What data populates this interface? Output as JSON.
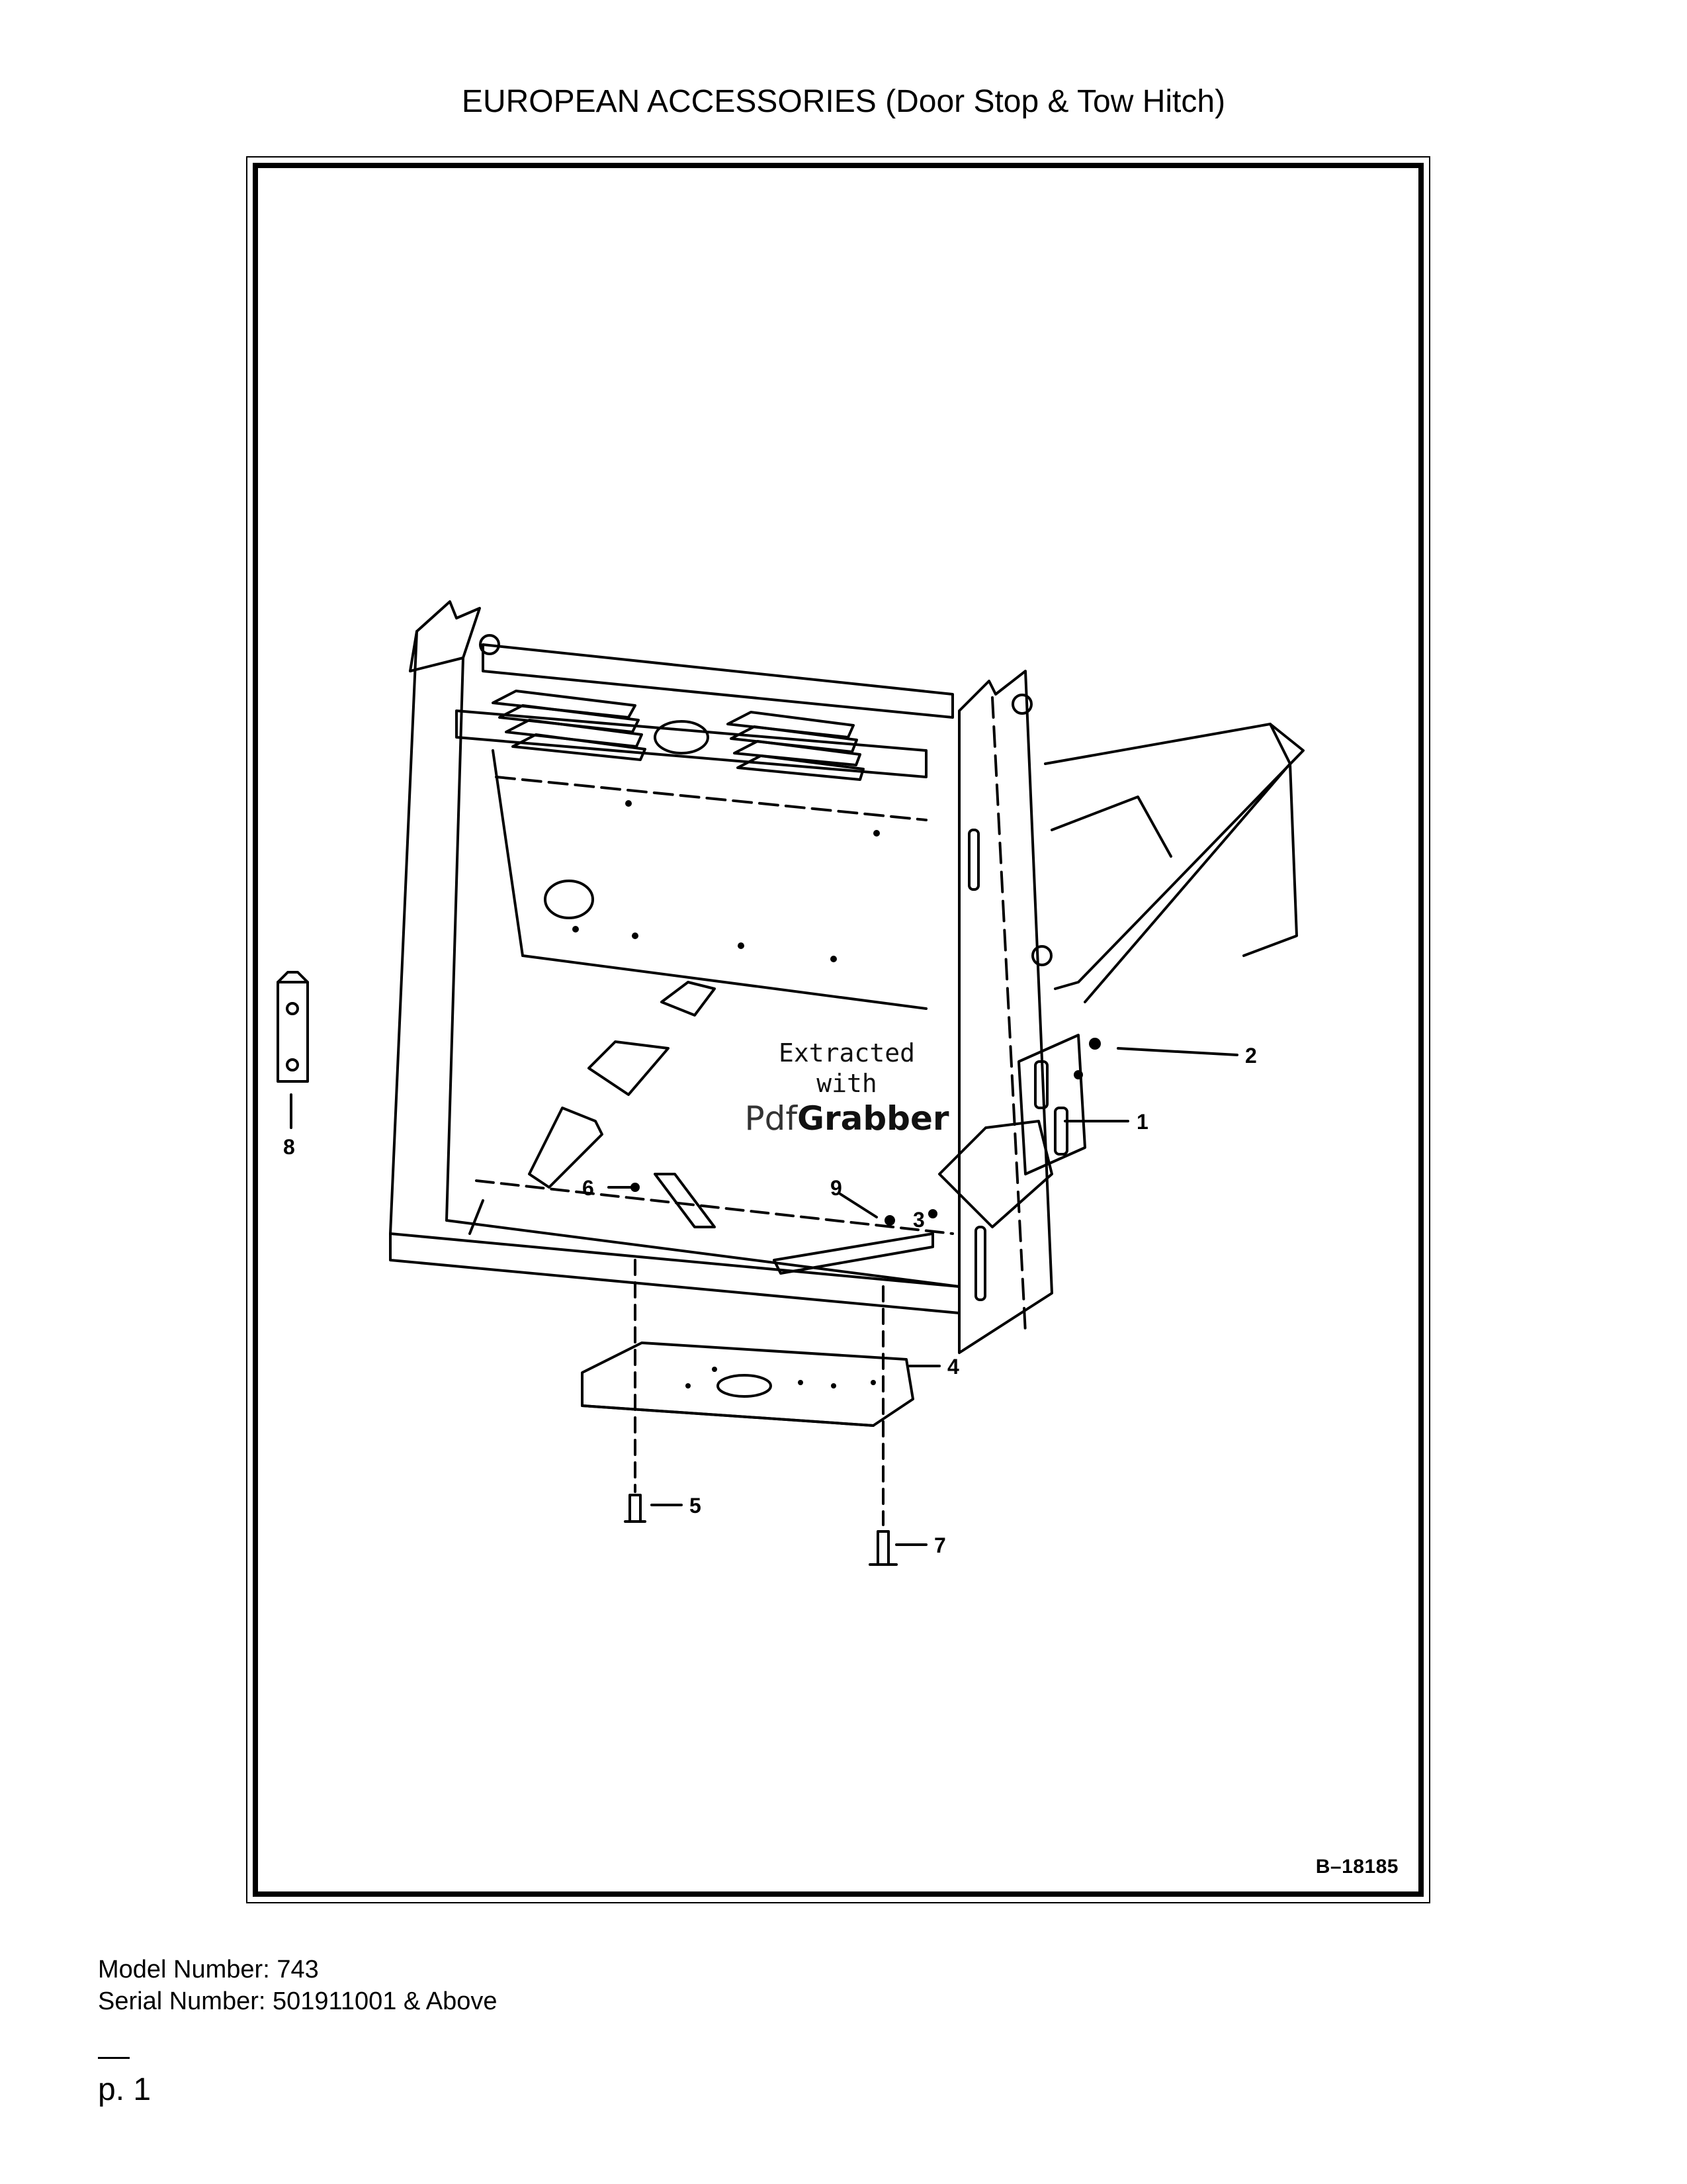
{
  "page": {
    "title": "EUROPEAN ACCESSORIES (Door Stop & Tow Hitch)",
    "figure_code": "B–18185",
    "model_number": "Model Number: 743",
    "serial_number": "Serial Number: 501911001 & Above",
    "page_number": "p. 1"
  },
  "watermark": {
    "line1": "Extracted",
    "line2": "with",
    "brand_light": "Pdf",
    "brand_bold": "Grabber"
  },
  "callouts": [
    "1",
    "2",
    "3",
    "4",
    "5",
    "6",
    "7",
    "8",
    "9"
  ]
}
